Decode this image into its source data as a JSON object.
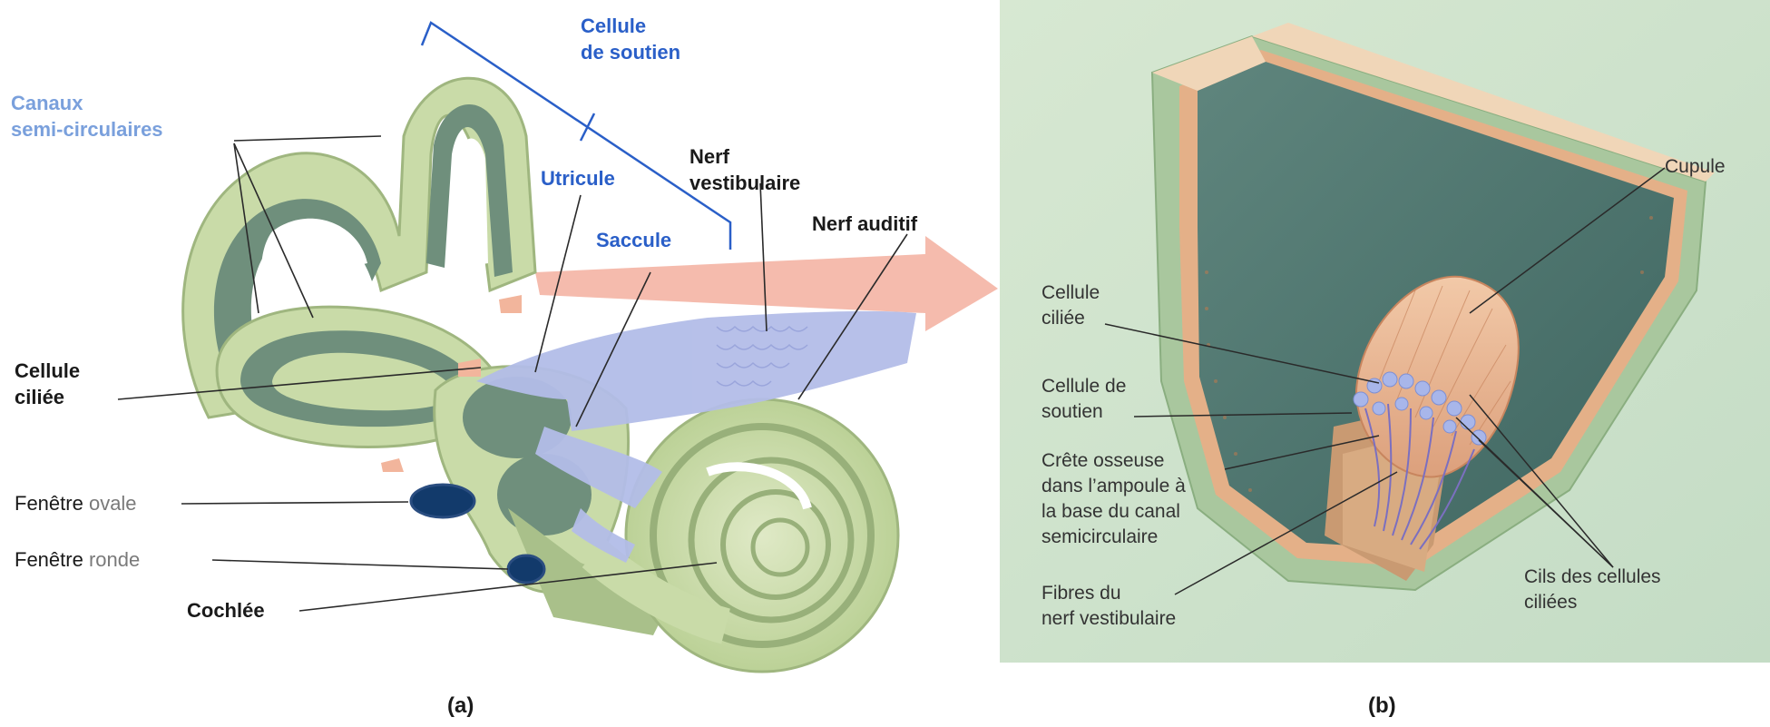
{
  "panel_a": {
    "caption": "(a)",
    "labels": {
      "canaux_line1": "Canaux",
      "canaux_line2": "semi-circulaires",
      "cellule_soutien_line1": "Cellule",
      "cellule_soutien_line2": "de soutien",
      "utricule": "Utricule",
      "saccule": "Saccule",
      "nerf_vest_line1": "Nerf",
      "nerf_vest_line2": "vestibulaire",
      "nerf_auditif": "Nerf auditif",
      "cellule_ciliee_line1": "Cellule",
      "cellule_ciliee_line2": "ciliée",
      "fenetre_ovale_bold": "Fenêtre",
      "fenetre_ovale_thin": "ovale",
      "fenetre_ronde_bold": "Fenêtre",
      "fenetre_ronde_thin": "ronde",
      "cochlee": "Cochlée"
    }
  },
  "panel_b": {
    "caption": "(b)",
    "labels": {
      "cupule": "Cupule",
      "cellule_ciliee_line1": "Cellule",
      "cellule_ciliee_line2": "ciliée",
      "cellule_soutien_line1": "Cellule de",
      "cellule_soutien_line2": "soutien",
      "crete_line1": "Crête osseuse",
      "crete_line2": "dans l’ampoule à",
      "crete_line3": "la base du canal",
      "crete_line4": "semicirculaire",
      "fibres_line1": "Fibres du",
      "fibres_line2": "nerf vestibulaire",
      "cils_line1": "Cils des cellules",
      "cils_line2": "ciliées"
    }
  },
  "colors": {
    "labyrinth_outer": "#c9dba8",
    "labyrinth_inner": "#6f8f7c",
    "nerve": "#b3bde8",
    "arrow": "#f3b0a0",
    "panel_b_bg": "#cfe2cc",
    "cupula": "#e9b593",
    "window": "#123a6b"
  }
}
